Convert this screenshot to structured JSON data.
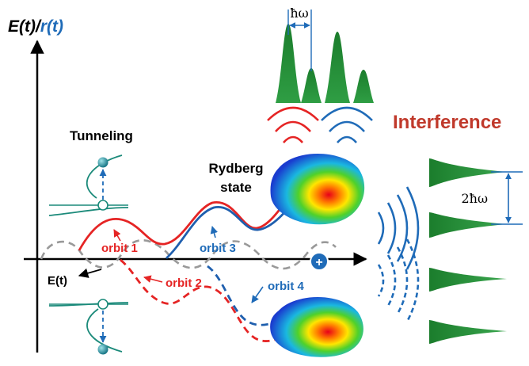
{
  "axis": {
    "ylabel_part1": "E(t)/",
    "ylabel_part2": "r(t)",
    "field_label": "E(t)"
  },
  "labels": {
    "tunneling": "Tunneling",
    "rydberg_line1": "Rydberg",
    "rydberg_line2": "state",
    "interference": "Interference",
    "hw": "ħω",
    "two_hw": "2ħω",
    "ion": "+"
  },
  "orbits": [
    {
      "label": "orbit 1",
      "color": "#e52424"
    },
    {
      "label": "orbit 2",
      "color": "#e52424"
    },
    {
      "label": "orbit 3",
      "color": "#1f6bb8"
    },
    {
      "label": "orbit 4",
      "color": "#1f6bb8"
    }
  ],
  "colors": {
    "red": "#e52424",
    "blue": "#1f6bb8",
    "green_peak": "#1a7a2e",
    "interference_text": "#c0392b",
    "field_dashed": "#999999",
    "potential_curve": "#1b8a7a"
  }
}
